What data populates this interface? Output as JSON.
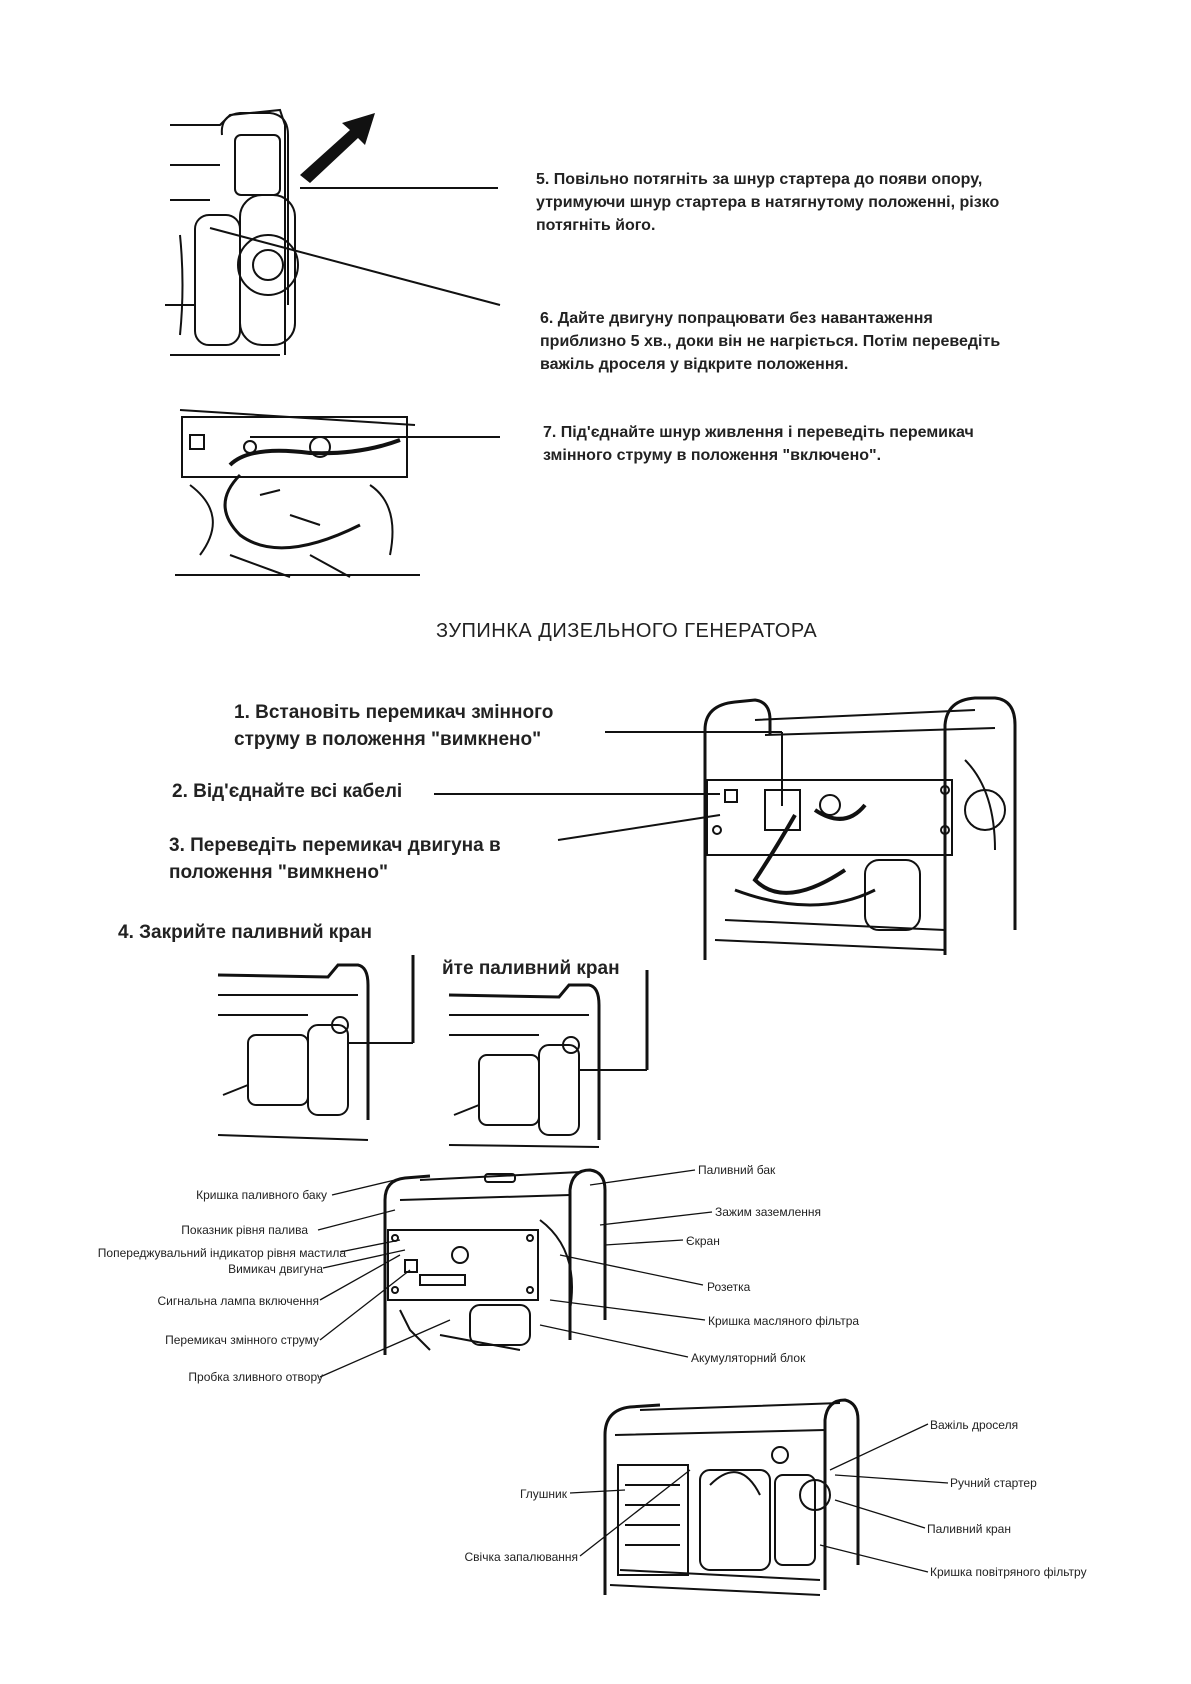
{
  "starting_steps": [
    {
      "text": "5. Повільно потягніть за шнур стартера до появи опору, утримуючи шнур стартера в натягнутому положенні, різко потягніть його."
    },
    {
      "text": "6. Дайте двигуну попрацювати без навантаження приблизно 5 хв., доки він не нагріється. Потім переведіть важіль дроселя у відкрите положення."
    },
    {
      "text": "7. Під'єднайте шнур живлення і переведіть перемикач змінного струму в положення \"включено\"."
    }
  ],
  "stopping": {
    "heading": "ЗУПИНКА ДИЗЕЛЬНОГО ГЕНЕРАТОРА",
    "steps": [
      "1. Встановіть перемикач змінного струму в положення \"вимкнено\"",
      "2. Від'єднайте всі кабелі",
      "3. Переведіть перемикач двигуна в положення \"вимкнено\"",
      "4. Закрийте паливний кран"
    ],
    "fragment_text": "йте паливний кран"
  },
  "front_diagram_labels": {
    "left": [
      "Кришка паливного баку",
      "Показник рівня палива",
      "Попереджувальний індикатор рівня мастила",
      "Вимикач двигуна",
      "Сигнальна лампа включення",
      "Перемикач змінного струму",
      "Пробка зливного отвору"
    ],
    "right": [
      "Паливний бак",
      "Зажим заземлення",
      "Єкран",
      "Розетка",
      "Кришка масляного фільтра",
      "Акумуляторний блок"
    ]
  },
  "side_diagram_labels": {
    "left": [
      "Глушник",
      "Свічка запалювання"
    ],
    "right": [
      "Важіль дроселя",
      "Ручний стартер",
      "Паливний кран",
      "Кришка повітряного фільтру"
    ]
  }
}
